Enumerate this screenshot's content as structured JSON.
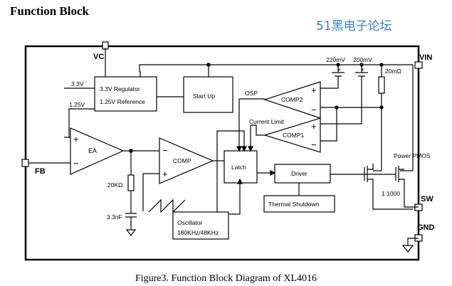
{
  "header": {
    "title": "Function Block"
  },
  "watermark": {
    "text": "51黑电子论坛"
  },
  "caption": {
    "text": "Figure3. Function Block Diagram of XL4016"
  },
  "pins": {
    "vc": "VC",
    "vin": "VIN",
    "fb": "FB",
    "sw": "SW",
    "gnd": "GND"
  },
  "blocks": {
    "regulator_line1": "3.3V Regulator",
    "regulator_line2": "1.25V Reference",
    "startup": "Start Up",
    "latch": "Latch",
    "driver": "Driver",
    "thermal": "Thermal Shutdown",
    "osc_line1": "Oscillator",
    "osc_line2": "180KHz/48KHz"
  },
  "amps": {
    "ea": "EA",
    "comp": "COMP",
    "comp1": "COMP1",
    "comp2": "COMP2",
    "plus": "+",
    "minus": "−"
  },
  "labels": {
    "v33": "3.3V",
    "v125": "1.25V",
    "osp": "OSP",
    "current_limit": "Current Limit",
    "mv220": "220mV",
    "mv200": "200mV",
    "rsense": "20mΩ",
    "r20k": "20KΩ",
    "c33n": "3.3nF",
    "power_pmos": "Power PMOS",
    "ratio": "1:1000"
  },
  "colors": {
    "line": "#000000",
    "watermark": "#3a7fd0"
  }
}
